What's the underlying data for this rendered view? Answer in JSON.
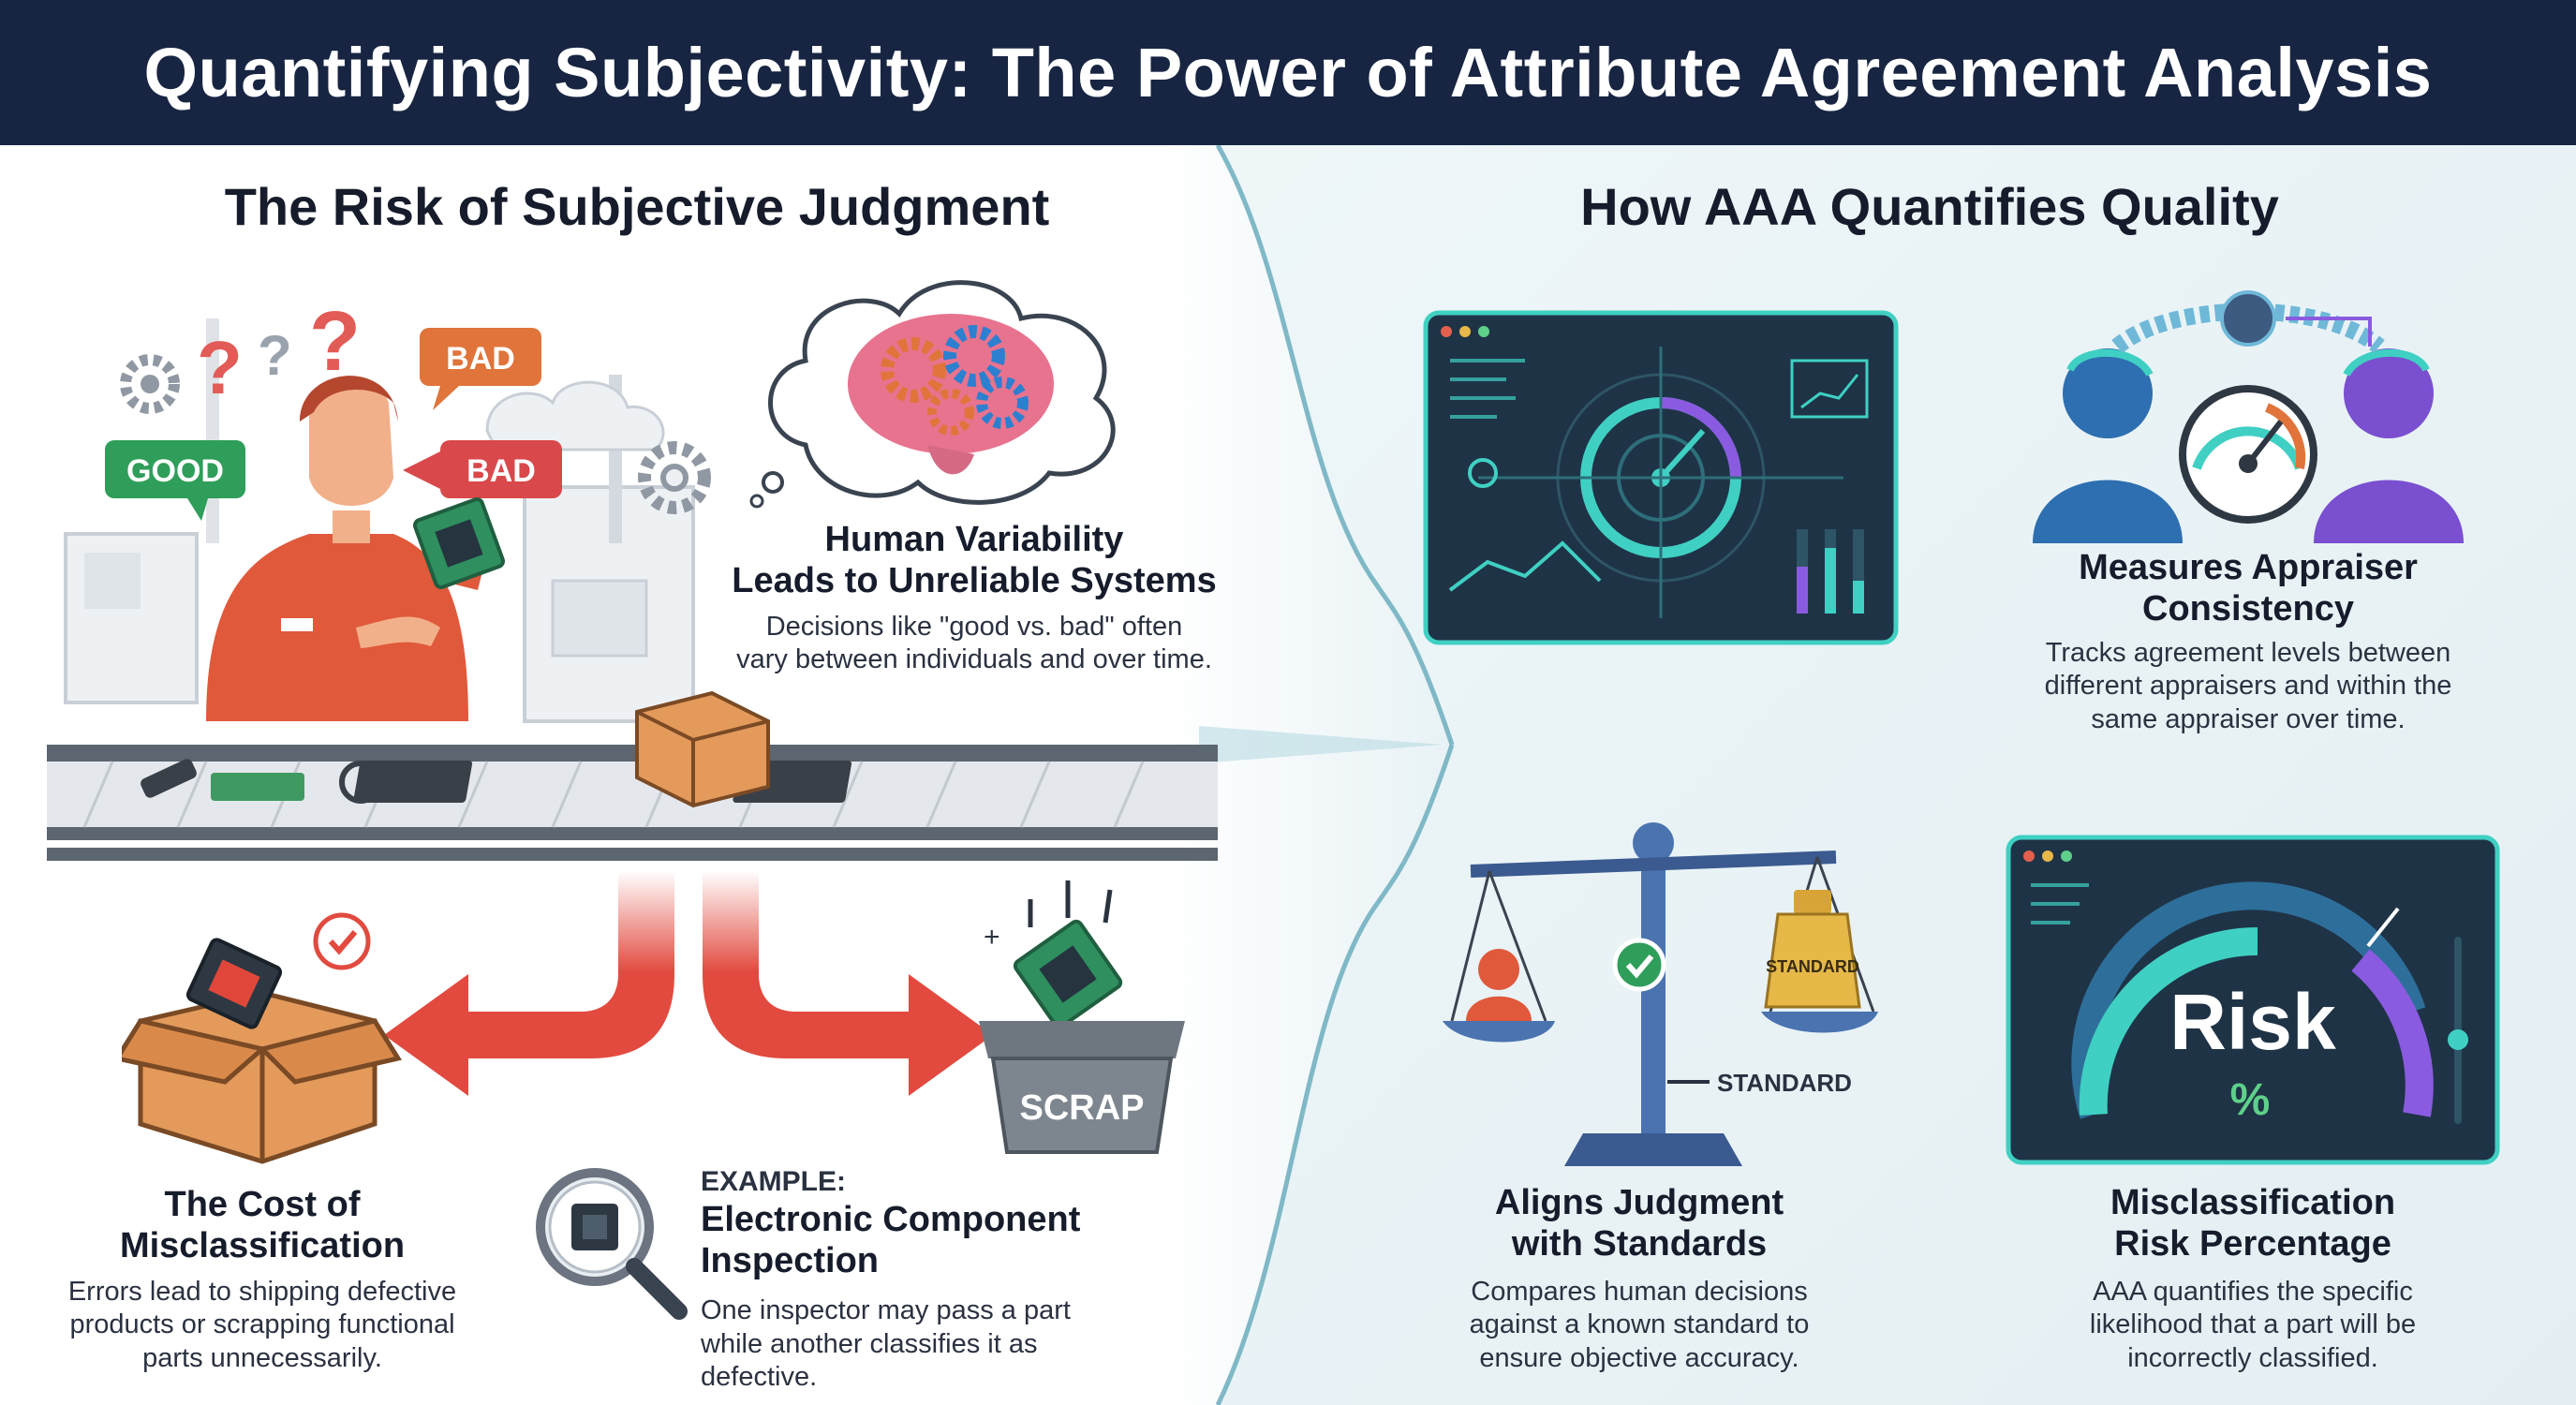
{
  "header": {
    "title": "Quantifying Subjectivity: The Power of Attribute Agreement Analysis"
  },
  "left": {
    "title": "The Risk of Subjective Judgment",
    "labels": {
      "good": "GOOD",
      "bad1": "BAD",
      "bad2": "BAD",
      "scrap": "SCRAP"
    },
    "variability": {
      "title_line1": "Human Variability",
      "title_line2": "Leads to Unreliable Systems",
      "body_line1": "Decisions like \"good vs. bad\" often",
      "body_line2": "vary between individuals and over time."
    },
    "cost": {
      "title_line1": "The Cost of",
      "title_line2": "Misclassification",
      "body_line1": "Errors lead to shipping defective",
      "body_line2": "products or scrapping functional",
      "body_line3": "parts unnecessarily."
    },
    "example": {
      "label": "EXAMPLE:",
      "title_line1": "Electronic Component",
      "title_line2": "Inspection",
      "body_line1": "One inspector may pass a part",
      "body_line2": "while another classifies it as",
      "body_line3": "defective."
    }
  },
  "right": {
    "title": "How AAA Quantifies Quality",
    "consistency": {
      "title_line1": "Measures Appraiser",
      "title_line2": "Consistency",
      "body_line1": "Tracks agreement levels between",
      "body_line2": "different appraisers and within the",
      "body_line3": "same appraiser over time."
    },
    "standards": {
      "weight_label": "STANDARD",
      "pointer_label": "STANDARD",
      "title_line1": "Aligns Judgment",
      "title_line2": "with Standards",
      "body_line1": "Compares human decisions",
      "body_line2": "against a known standard to",
      "body_line3": "ensure objective accuracy."
    },
    "risk": {
      "gauge_word": "Risk",
      "gauge_unit": "%",
      "title_line1": "Misclassification",
      "title_line2": "Risk Percentage",
      "body_line1": "AAA quantifies the specific",
      "body_line2": "likelihood that a part will be",
      "body_line3": "incorrectly classified."
    }
  },
  "colors": {
    "header_bg": "#172542",
    "good_green": "#2f9e5a",
    "bad_orange": "#e0743a",
    "bad_red": "#d9484a",
    "arrow_red": "#e24a3f",
    "teal_accent": "#3fd0c3",
    "purple_accent": "#8a5be0",
    "dark_panel": "#1f3346"
  },
  "icons": [
    "gear-icon",
    "question-icon",
    "brain-icon",
    "check-icon",
    "magnifier-icon",
    "chip-icon",
    "box-icon",
    "scrap-bin-icon",
    "dashboard-icon",
    "gauge-icon",
    "scale-icon",
    "person-icon"
  ]
}
